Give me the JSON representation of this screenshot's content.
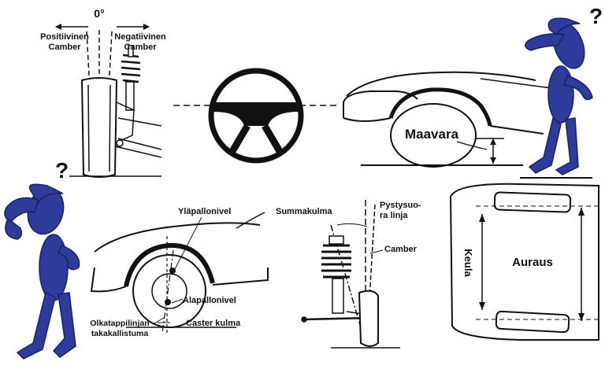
{
  "camber_panel": {
    "zero_label": "0°",
    "positive_line1": "Positiivinen",
    "positive_line2": "Camber",
    "negative_line1": "Negatiivinen",
    "negative_line2": "Camber"
  },
  "rideheight_panel": {
    "label": "Maavara"
  },
  "caster_panel": {
    "upper_ball_joint": "Yläpallonivel",
    "lower_ball_joint": "Alapallonivel",
    "kingpin_line1": "Olkatappilinjan",
    "kingpin_line2": "takakallistuma",
    "caster_angle": "Caster kulma"
  },
  "included_angle_panel": {
    "included_angle": "Summakulma",
    "vertical_line1": "Pystysuo-",
    "vertical_line2": "ra linja",
    "camber": "Camber"
  },
  "toe_panel": {
    "front": "Keula",
    "toe": "Auraus"
  },
  "colors": {
    "figure": "#2e3b9a",
    "line": "#111111",
    "background": "#ffffff"
  },
  "icons": [
    "steering-wheel-icon",
    "question-mark-icon"
  ]
}
